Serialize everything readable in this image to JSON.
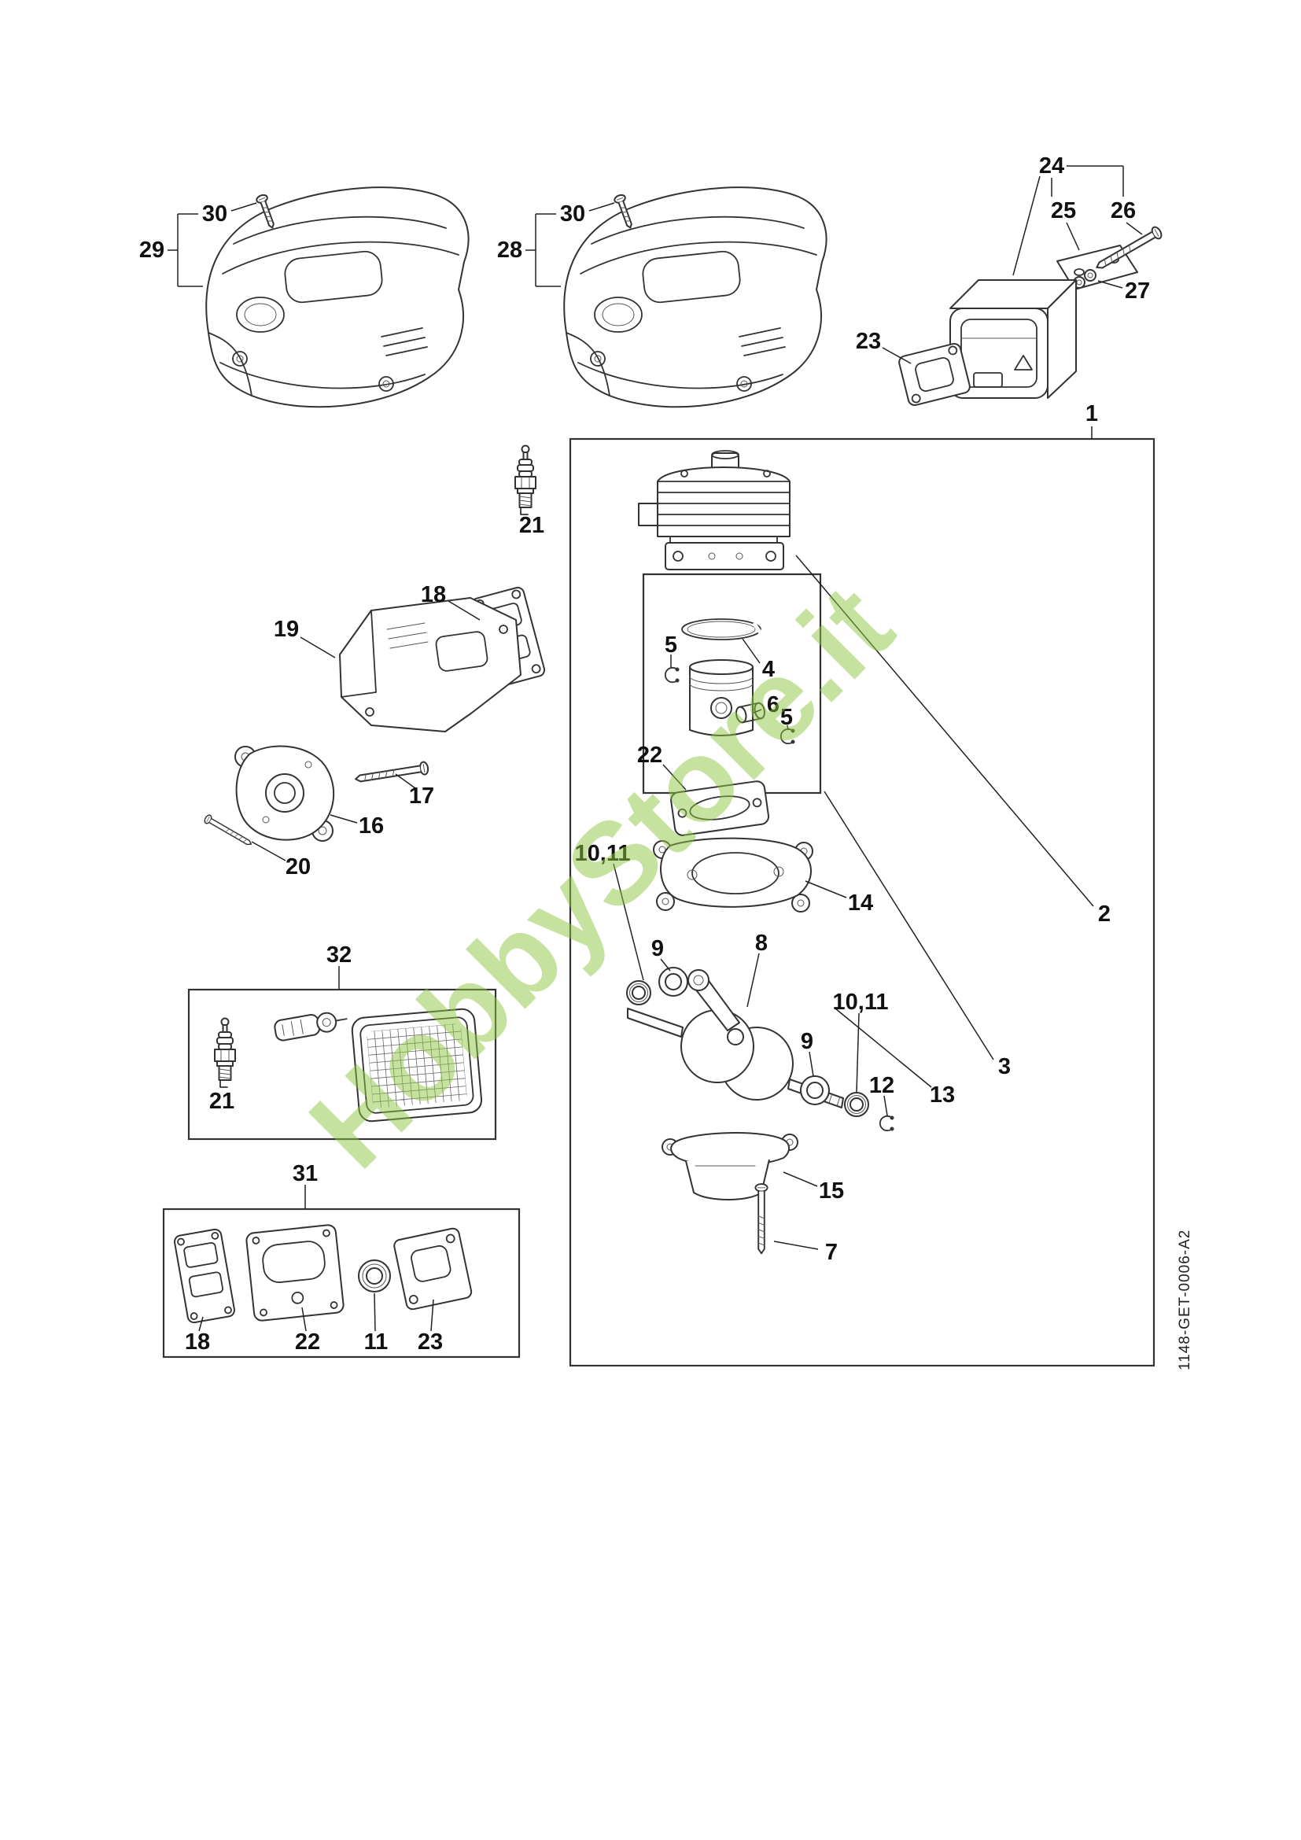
{
  "watermark": {
    "text": "HobbyStore.it",
    "color": "#8dc63f"
  },
  "doc_code": "1148-GET-0006-A2",
  "callouts": {
    "screw30_left": "30",
    "cover29": "29",
    "screw30_right": "30",
    "cover28": "28",
    "muffler24": "24",
    "plate25": "25",
    "bolt26": "26",
    "washer27": "27",
    "gasket23_muffler": "23",
    "engine1": "1",
    "sparkplug21": "21",
    "gasket18": "18",
    "baffle19": "19",
    "screw17": "17",
    "flange16": "16",
    "screw20": "20",
    "cylinder2": "2",
    "clip5_left": "5",
    "ring4": "4",
    "pin6": "6",
    "clip5_right": "5",
    "gasket22": "22",
    "seal1011_left": "10,11",
    "crankcase14": "14",
    "bearing9_left": "9",
    "crankshaft8": "8",
    "seal1011_right": "10,11",
    "bearing9_right": "9",
    "clip12": "12",
    "assembly13": "13",
    "assembly3": "3",
    "pan15": "15",
    "screw7": "7",
    "kit32": "32",
    "sparkplug21_kit": "21",
    "gasketset31": "31",
    "gasket18_kit": "18",
    "gasket22_kit": "22",
    "seal11_kit": "11",
    "gasket23_kit": "23"
  }
}
